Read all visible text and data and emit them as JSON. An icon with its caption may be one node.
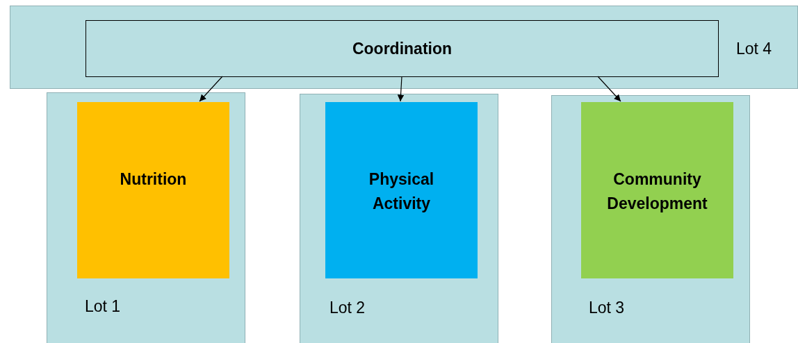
{
  "diagram": {
    "nodes": [
      {
        "text": [
          "Lot 4"
        ]
      },
      {
        "text": [
          "Coordination"
        ],
        "in": 0
      },
      {
        "text": [
          "Lot 1"
        ]
      },
      {
        "text": [
          "Nutrition"
        ],
        "in": 2
      },
      {
        "text": [
          "Lot 2"
        ]
      },
      {
        "text": [
          "Physical Activity"
        ],
        "in": 4
      },
      {
        "text": [
          "Lot 3"
        ]
      },
      {
        "text": [
          "Community Development"
        ],
        "in": 6
      }
    ],
    "edges": [
      {
        "from": 1,
        "to": 3,
        "arrow": "to"
      },
      {
        "from": 1,
        "to": 5,
        "arrow": "to"
      },
      {
        "from": 1,
        "to": 7,
        "arrow": "to"
      }
    ]
  }
}
